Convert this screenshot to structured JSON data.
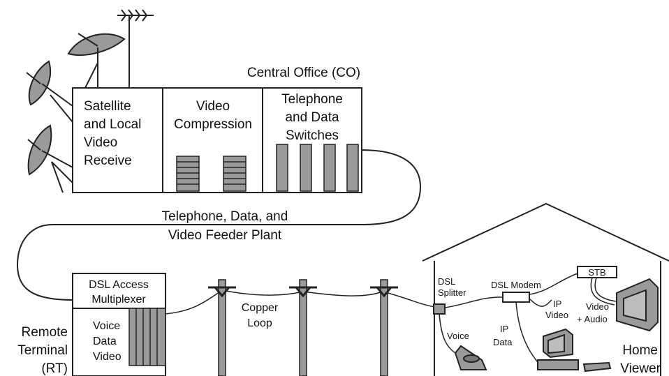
{
  "central_office": {
    "title": "Central Office (CO)",
    "satellite_lines": [
      "Satellite",
      "and Local",
      "Video",
      "Receive"
    ],
    "compression_lines": [
      "Video",
      "Compression"
    ],
    "switches_lines": [
      "Telephone",
      "and Data",
      "Switches"
    ]
  },
  "feeder_plant": {
    "lines": [
      "Telephone, Data, and",
      "Video Feeder Plant"
    ]
  },
  "remote_terminal": {
    "dslam_lines": [
      "DSL Access",
      "Multiplexer"
    ],
    "services_lines": [
      "Voice",
      "Data",
      "Video"
    ],
    "name_lines": [
      "Remote",
      "Terminal",
      "(RT)"
    ]
  },
  "copper_loop": {
    "lines": [
      "Copper",
      "Loop"
    ]
  },
  "home": {
    "splitter_lines": [
      "DSL",
      "Splitter"
    ],
    "modem_label": "DSL Modem",
    "stb_label": "STB",
    "voice_label": "Voice",
    "ip_video_lines": [
      "IP",
      "Video"
    ],
    "ip_data_lines": [
      "IP",
      "Data"
    ],
    "video_audio_lines": [
      "Video",
      "+ Audio"
    ],
    "viewer_lines": [
      "Home",
      "Viewer"
    ]
  },
  "icons": [
    "satellite-dish-icon",
    "antenna-icon",
    "equipment-rack-icon",
    "utility-pole-icon",
    "telephone-icon",
    "computer-icon",
    "television-icon",
    "remote-control-icon"
  ]
}
